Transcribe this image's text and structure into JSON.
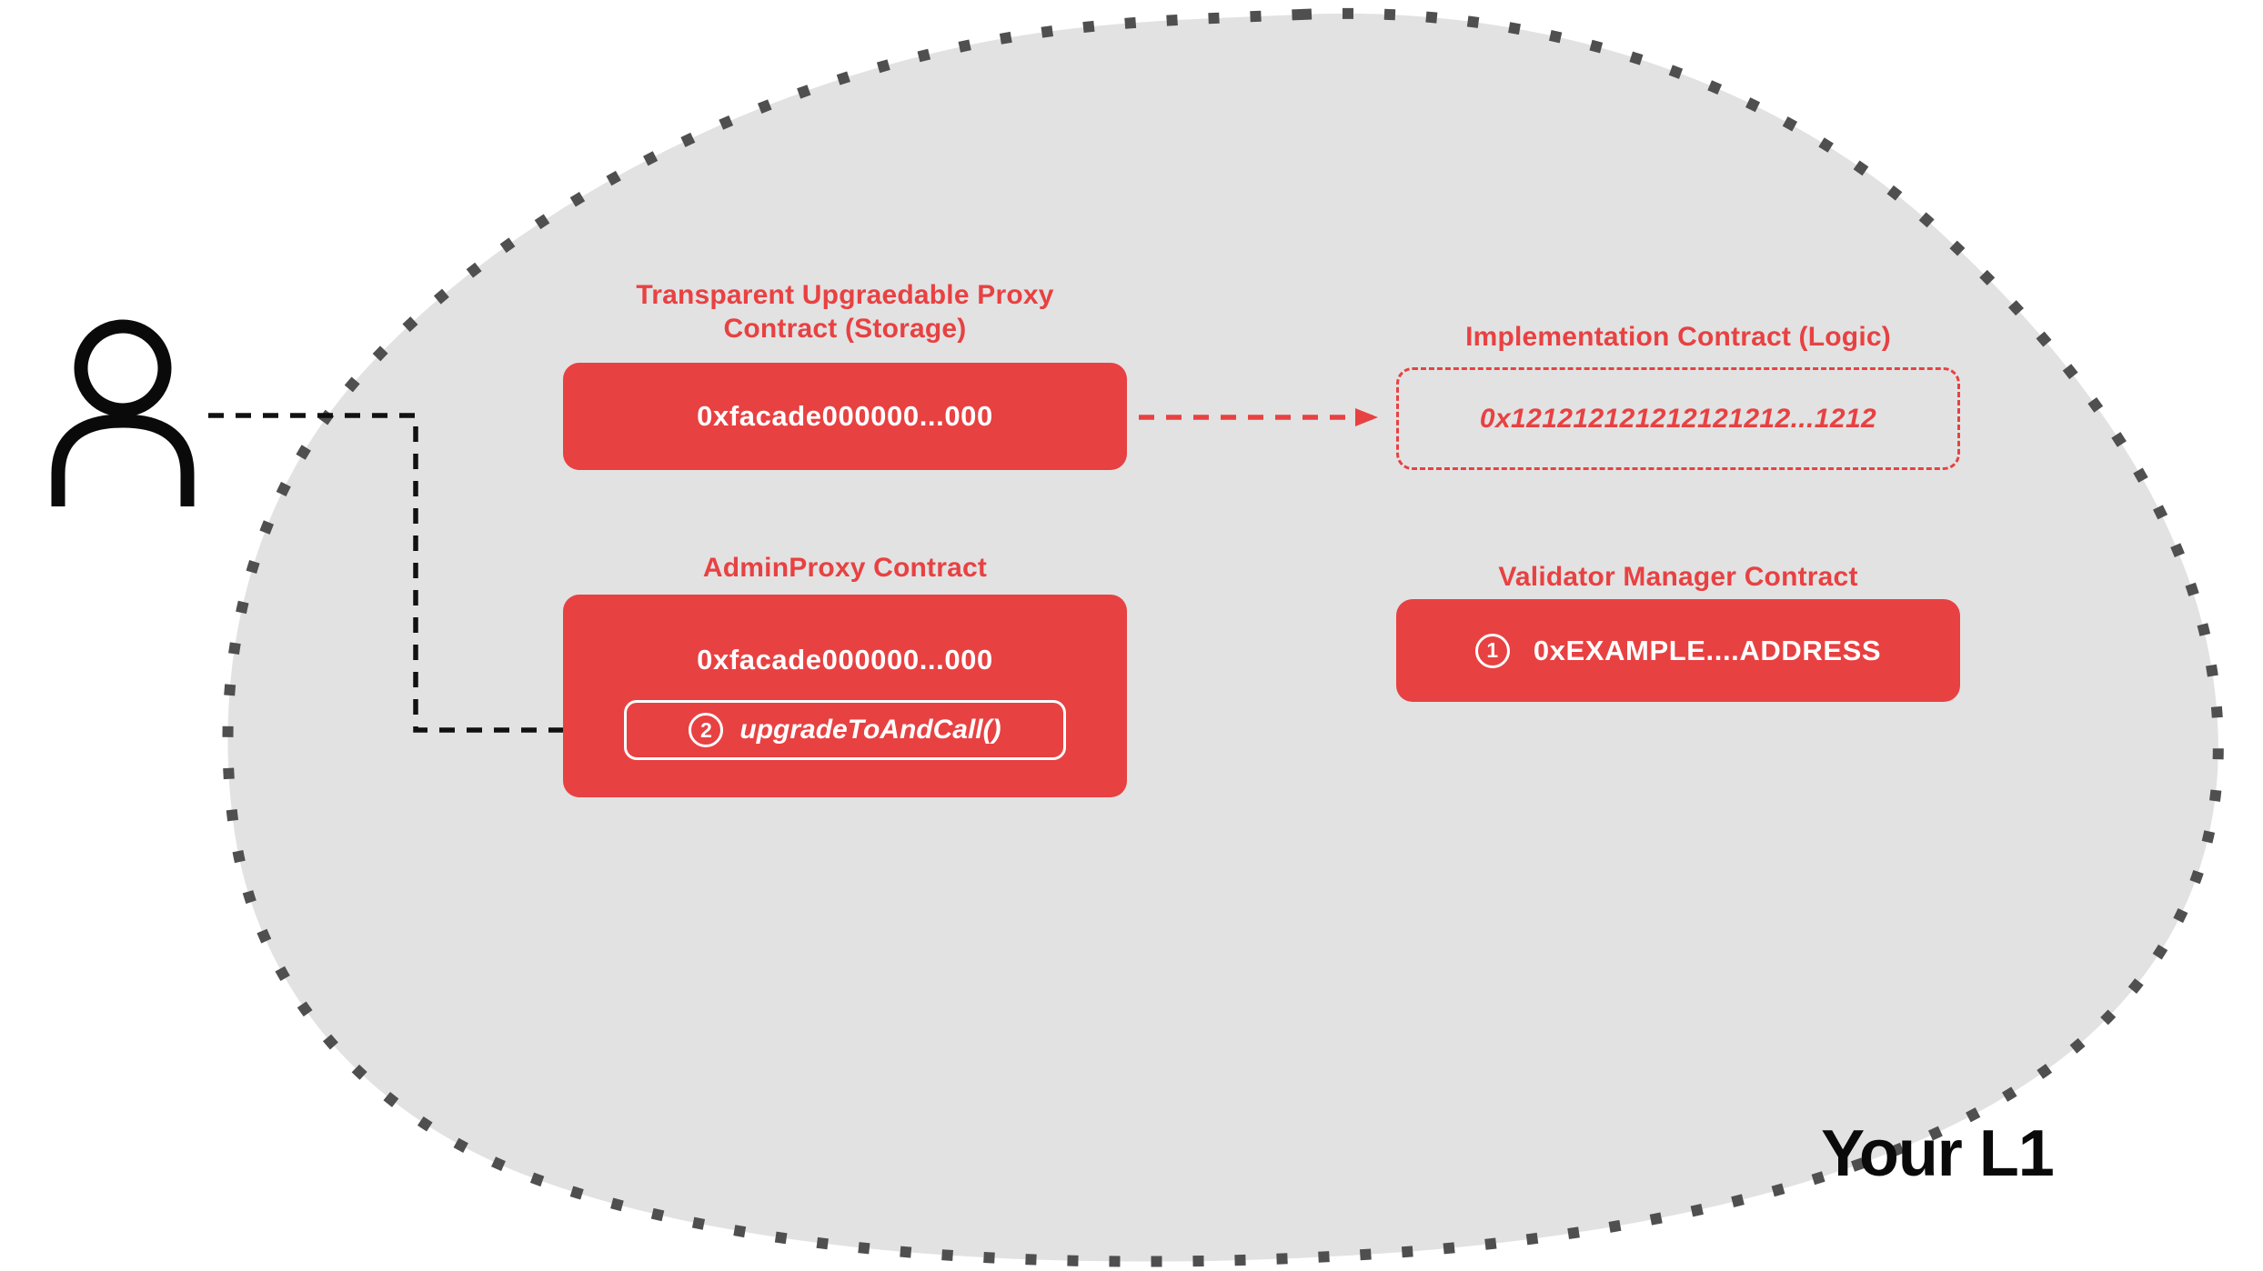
{
  "region": {
    "label": "Your L1"
  },
  "colors": {
    "accent_red": "#E84142",
    "blob_fill": "#E2E2E2",
    "dotted_border_gray": "#4F4F4F",
    "connector_black": "#111111",
    "text_white": "#FFFFFF"
  },
  "icons": {
    "user": "user-icon"
  },
  "nodes": {
    "proxy": {
      "title_line1": "Transparent Upgraedable Proxy",
      "title_line2": "Contract (Storage)",
      "address": "0xfacade000000...000"
    },
    "implementation": {
      "title": "Implementation Contract (Logic)",
      "address": "0x121212121212121212...1212"
    },
    "admin_proxy": {
      "title": "AdminProxy  Contract",
      "address": "0xfacade000000...000",
      "step": "2",
      "method": "upgradeToAndCall()"
    },
    "validator_manager": {
      "title": "Validator Manager Contract",
      "step": "1",
      "address": "0xEXAMPLE....ADDRESS"
    }
  }
}
